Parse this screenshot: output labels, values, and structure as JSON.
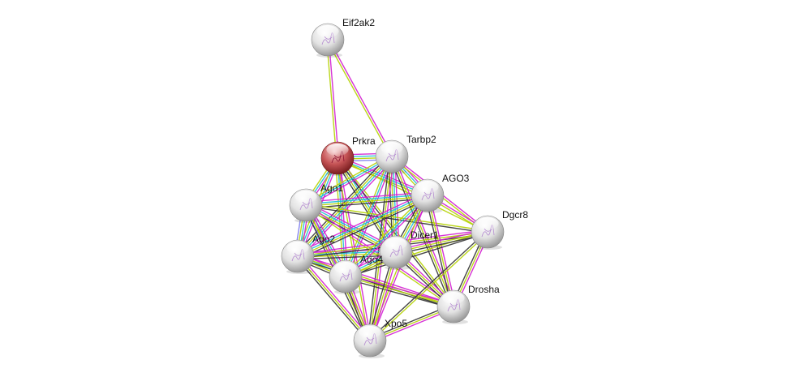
{
  "evidence_colors": {
    "experiments": "#d21ed2",
    "textmining": "#b4d200",
    "coexpression": "#333333",
    "databases": "#1ebed6",
    "cooccurrence": "#7b7bf0"
  },
  "node_colors": {
    "query": "#c0474a",
    "default": "#e6e6e6"
  },
  "nodes": [
    {
      "id": "Eif2ak2",
      "label": "Eif2ak2",
      "query": false
    },
    {
      "id": "Prkra",
      "label": "Prkra",
      "query": true
    },
    {
      "id": "Tarbp2",
      "label": "Tarbp2",
      "query": false
    },
    {
      "id": "AGO3",
      "label": "AGO3",
      "query": false
    },
    {
      "id": "Ago1",
      "label": "Ago1",
      "query": false
    },
    {
      "id": "Dgcr8",
      "label": "Dgcr8",
      "query": false
    },
    {
      "id": "Dicer1",
      "label": "Dicer1",
      "query": false
    },
    {
      "id": "Ago2",
      "label": "Ago2",
      "query": false
    },
    {
      "id": "Ago4",
      "label": "Ago4",
      "query": false
    },
    {
      "id": "Drosha",
      "label": "Drosha",
      "query": false
    },
    {
      "id": "Xpo5",
      "label": "Xpo5",
      "query": false
    }
  ],
  "edges": [
    {
      "from": "Eif2ak2",
      "to": "Prkra",
      "evidence": [
        "experiments",
        "textmining"
      ]
    },
    {
      "from": "Eif2ak2",
      "to": "Tarbp2",
      "evidence": [
        "experiments",
        "textmining"
      ]
    },
    {
      "from": "Prkra",
      "to": "Tarbp2",
      "evidence": [
        "experiments",
        "databases",
        "textmining",
        "cooccurrence"
      ]
    },
    {
      "from": "Prkra",
      "to": "Ago1",
      "evidence": [
        "experiments",
        "databases",
        "textmining"
      ]
    },
    {
      "from": "Prkra",
      "to": "Ago2",
      "evidence": [
        "experiments",
        "databases",
        "textmining"
      ]
    },
    {
      "from": "Prkra",
      "to": "AGO3",
      "evidence": [
        "experiments",
        "databases",
        "textmining"
      ]
    },
    {
      "from": "Prkra",
      "to": "Ago4",
      "evidence": [
        "experiments",
        "databases",
        "textmining"
      ]
    },
    {
      "from": "Prkra",
      "to": "Dicer1",
      "evidence": [
        "experiments",
        "databases",
        "textmining",
        "coexpression"
      ]
    },
    {
      "from": "Prkra",
      "to": "Drosha",
      "evidence": [
        "textmining",
        "coexpression"
      ]
    },
    {
      "from": "Prkra",
      "to": "Dgcr8",
      "evidence": [
        "textmining"
      ]
    },
    {
      "from": "Prkra",
      "to": "Xpo5",
      "evidence": [
        "experiments",
        "textmining"
      ]
    },
    {
      "from": "Tarbp2",
      "to": "Ago1",
      "evidence": [
        "experiments",
        "databases",
        "textmining"
      ]
    },
    {
      "from": "Tarbp2",
      "to": "Ago2",
      "evidence": [
        "experiments",
        "databases",
        "textmining",
        "coexpression"
      ]
    },
    {
      "from": "Tarbp2",
      "to": "AGO3",
      "evidence": [
        "experiments",
        "databases",
        "textmining"
      ]
    },
    {
      "from": "Tarbp2",
      "to": "Ago4",
      "evidence": [
        "experiments",
        "databases",
        "textmining"
      ]
    },
    {
      "from": "Tarbp2",
      "to": "Dicer1",
      "evidence": [
        "experiments",
        "databases",
        "textmining",
        "coexpression"
      ]
    },
    {
      "from": "Tarbp2",
      "to": "Drosha",
      "evidence": [
        "experiments",
        "textmining",
        "coexpression"
      ]
    },
    {
      "from": "Tarbp2",
      "to": "Dgcr8",
      "evidence": [
        "experiments",
        "textmining"
      ]
    },
    {
      "from": "Tarbp2",
      "to": "Xpo5",
      "evidence": [
        "experiments",
        "textmining",
        "coexpression"
      ]
    },
    {
      "from": "Ago1",
      "to": "Ago2",
      "evidence": [
        "experiments",
        "databases",
        "textmining",
        "cooccurrence"
      ]
    },
    {
      "from": "Ago1",
      "to": "AGO3",
      "evidence": [
        "experiments",
        "databases",
        "textmining",
        "coexpression"
      ]
    },
    {
      "from": "Ago1",
      "to": "Ago4",
      "evidence": [
        "experiments",
        "databases",
        "textmining",
        "cooccurrence"
      ]
    },
    {
      "from": "Ago1",
      "to": "Dicer1",
      "evidence": [
        "experiments",
        "databases",
        "textmining",
        "coexpression"
      ]
    },
    {
      "from": "Ago1",
      "to": "Dgcr8",
      "evidence": [
        "textmining",
        "coexpression"
      ]
    },
    {
      "from": "Ago1",
      "to": "Drosha",
      "evidence": [
        "experiments",
        "textmining"
      ]
    },
    {
      "from": "Ago1",
      "to": "Xpo5",
      "evidence": [
        "experiments",
        "textmining",
        "coexpression"
      ]
    },
    {
      "from": "Ago2",
      "to": "AGO3",
      "evidence": [
        "experiments",
        "databases",
        "textmining",
        "coexpression"
      ]
    },
    {
      "from": "Ago2",
      "to": "Ago4",
      "evidence": [
        "experiments",
        "databases",
        "textmining",
        "coexpression"
      ]
    },
    {
      "from": "Ago2",
      "to": "Dicer1",
      "evidence": [
        "experiments",
        "databases",
        "textmining",
        "coexpression"
      ]
    },
    {
      "from": "Ago2",
      "to": "Dgcr8",
      "evidence": [
        "experiments",
        "textmining",
        "coexpression"
      ]
    },
    {
      "from": "Ago2",
      "to": "Drosha",
      "evidence": [
        "experiments",
        "textmining",
        "coexpression"
      ]
    },
    {
      "from": "Ago2",
      "to": "Xpo5",
      "evidence": [
        "experiments",
        "textmining",
        "coexpression"
      ]
    },
    {
      "from": "AGO3",
      "to": "Ago4",
      "evidence": [
        "experiments",
        "databases",
        "textmining"
      ]
    },
    {
      "from": "AGO3",
      "to": "Dicer1",
      "evidence": [
        "experiments",
        "databases",
        "textmining",
        "coexpression"
      ]
    },
    {
      "from": "AGO3",
      "to": "Dgcr8",
      "evidence": [
        "experiments",
        "textmining"
      ]
    },
    {
      "from": "AGO3",
      "to": "Drosha",
      "evidence": [
        "experiments",
        "textmining",
        "coexpression"
      ]
    },
    {
      "from": "AGO3",
      "to": "Xpo5",
      "evidence": [
        "experiments",
        "textmining"
      ]
    },
    {
      "from": "Ago4",
      "to": "Dicer1",
      "evidence": [
        "experiments",
        "databases",
        "textmining",
        "coexpression"
      ]
    },
    {
      "from": "Ago4",
      "to": "Dgcr8",
      "evidence": [
        "textmining",
        "coexpression"
      ]
    },
    {
      "from": "Ago4",
      "to": "Drosha",
      "evidence": [
        "experiments",
        "textmining",
        "coexpression"
      ]
    },
    {
      "from": "Ago4",
      "to": "Xpo5",
      "evidence": [
        "experiments",
        "textmining",
        "coexpression"
      ]
    },
    {
      "from": "Dicer1",
      "to": "Dgcr8",
      "evidence": [
        "experiments",
        "textmining",
        "coexpression"
      ]
    },
    {
      "from": "Dicer1",
      "to": "Drosha",
      "evidence": [
        "experiments",
        "textmining",
        "coexpression"
      ]
    },
    {
      "from": "Dicer1",
      "to": "Xpo5",
      "evidence": [
        "experiments",
        "textmining",
        "coexpression"
      ]
    },
    {
      "from": "Dgcr8",
      "to": "Drosha",
      "evidence": [
        "experiments",
        "textmining",
        "coexpression"
      ]
    },
    {
      "from": "Dgcr8",
      "to": "Xpo5",
      "evidence": [
        "textmining",
        "coexpression"
      ]
    },
    {
      "from": "Drosha",
      "to": "Xpo5",
      "evidence": [
        "experiments",
        "textmining",
        "coexpression"
      ]
    }
  ]
}
